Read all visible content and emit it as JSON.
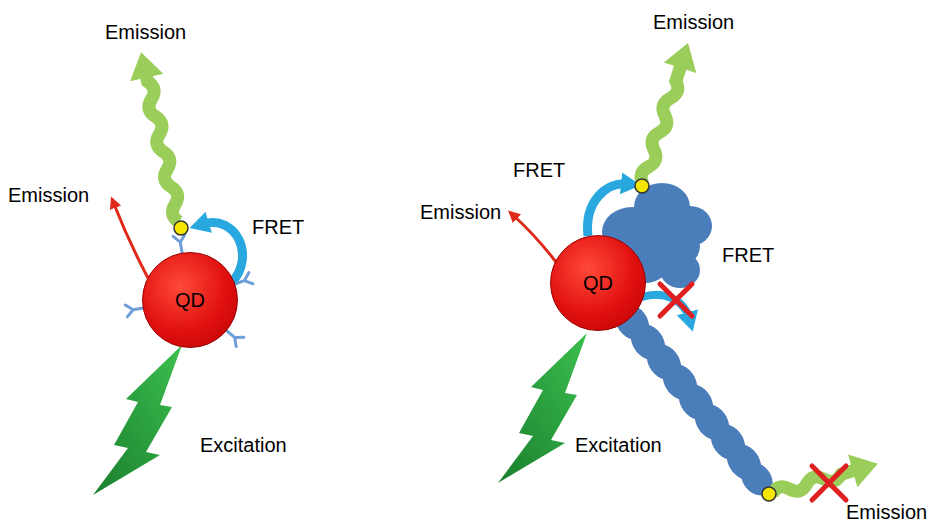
{
  "diagram": {
    "nodes": [
      {
        "text": [
          "QD"
        ]
      },
      {
        "text": [
          "QD"
        ]
      }
    ],
    "labels": [
      "Emission",
      "Emission",
      "FRET",
      "Excitation",
      "Emission",
      "FRET",
      "Emission",
      "FRET",
      "Excitation",
      "Emission"
    ]
  }
}
